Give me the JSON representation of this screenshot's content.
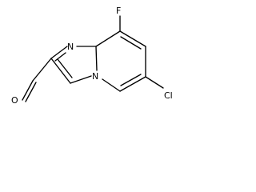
{
  "molecule": {
    "atoms": {
      "F": "F",
      "Cl": "Cl",
      "O": "O",
      "N_bridge": "N",
      "N_ring": "N"
    },
    "style": {
      "bond_color": "#000000",
      "label_color": "#000000",
      "background": "#ffffff"
    }
  }
}
